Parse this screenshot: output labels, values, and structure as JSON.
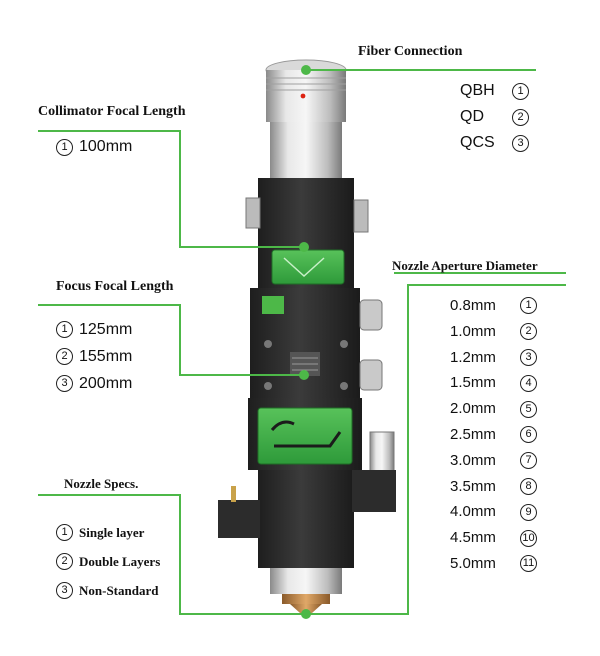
{
  "callouts": {
    "fiber": {
      "title": "Fiber Connection",
      "items": [
        {
          "text": "QBH",
          "num": "1"
        },
        {
          "text": "QD",
          "num": "2"
        },
        {
          "text": "QCS",
          "num": "3"
        }
      ]
    },
    "collimator": {
      "title": "Collimator Focal Length",
      "items": [
        {
          "num": "1",
          "text": "100mm"
        }
      ]
    },
    "focus": {
      "title": "Focus Focal Length",
      "items": [
        {
          "num": "1",
          "text": "125mm"
        },
        {
          "num": "2",
          "text": "155mm"
        },
        {
          "num": "3",
          "text": "200mm"
        }
      ]
    },
    "nozzle_aperture": {
      "title": "Nozzle Aperture Diameter",
      "items": [
        {
          "text": "0.8mm",
          "num": "1"
        },
        {
          "text": "1.0mm",
          "num": "2"
        },
        {
          "text": "1.2mm",
          "num": "3"
        },
        {
          "text": "1.5mm",
          "num": "4"
        },
        {
          "text": "2.0mm",
          "num": "5"
        },
        {
          "text": "2.5mm",
          "num": "6"
        },
        {
          "text": "3.0mm",
          "num": "7"
        },
        {
          "text": "3.5mm",
          "num": "8"
        },
        {
          "text": "4.0mm",
          "num": "9"
        },
        {
          "text": "4.5mm",
          "num": "10"
        },
        {
          "text": "5.0mm",
          "num": "11"
        }
      ]
    },
    "nozzle_specs": {
      "title": "Nozzle Specs.",
      "items": [
        {
          "num": "1",
          "text": "Single layer"
        },
        {
          "num": "2",
          "text": "Double Layers"
        },
        {
          "num": "3",
          "text": "Non-Standard"
        }
      ]
    }
  },
  "colors": {
    "leader": "#4db848",
    "panel": "#3ea844",
    "body": "#2a2a2a",
    "silver": "#c8c8c8"
  },
  "icons": [
    "brand-logo-icon"
  ]
}
